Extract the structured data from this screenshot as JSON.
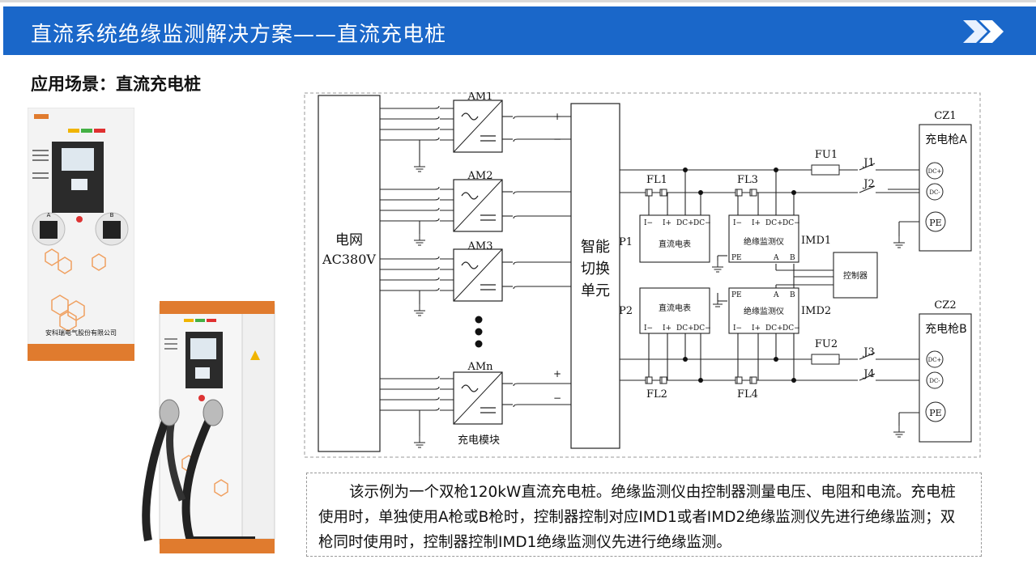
{
  "header": {
    "title": "直流系统绝缘监测解决方案——直流充电桩",
    "accent_color": "#1a67c9",
    "icon": "double-chevron-right-icon"
  },
  "subtitle": "应用场景：直流充电桩",
  "photos": {
    "charger_small_company": "安科瑞电气股份有限公司",
    "charger_small_port_a": "A",
    "charger_small_port_b": "B"
  },
  "diagram": {
    "grid_label_line1": "电网",
    "grid_label_line2": "AC380V",
    "module_labels": [
      "AM1",
      "AM2",
      "AM3",
      "AMn"
    ],
    "module_group_label": "充电模块",
    "switch_unit_lines": [
      "智能",
      "切换",
      "单元"
    ],
    "plus_sign": "+",
    "minus_sign": "−",
    "filters": [
      "FL1",
      "FL3",
      "FL2",
      "FL4"
    ],
    "fuses": [
      "FU1",
      "FU2"
    ],
    "contactors": [
      "J1",
      "J2",
      "J3",
      "J4"
    ],
    "meter_label": "直流电表",
    "imd_label": "绝缘监测仪",
    "p1": "P1",
    "p2": "P2",
    "imd1": "IMD1",
    "imd2": "IMD2",
    "controller": "控制器",
    "terminals": {
      "i_minus": "I−",
      "i_plus": "I+",
      "dc_plus": "DC+",
      "dc_minus": "DC−",
      "pe": "PE",
      "a": "A",
      "b": "B"
    },
    "connector_a_id": "CZ1",
    "connector_a_label": "充电枪A",
    "connector_b_id": "CZ2",
    "connector_b_label": "充电枪B",
    "dc_plus_pin": "DC+",
    "dc_minus_pin": "DC-",
    "pe_pin": "PE"
  },
  "description": "该示例为一个双枪120kW直流充电桩。绝缘监测仪由控制器测量电压、电阻和电流。充电桩使用时，单独使用A枪或B枪时，控制器控制对应IMD1或者IMD2绝缘监测仪先进行绝缘监测；双枪同时使用时，控制器控制IMD1绝缘监测仪先进行绝缘监测。"
}
